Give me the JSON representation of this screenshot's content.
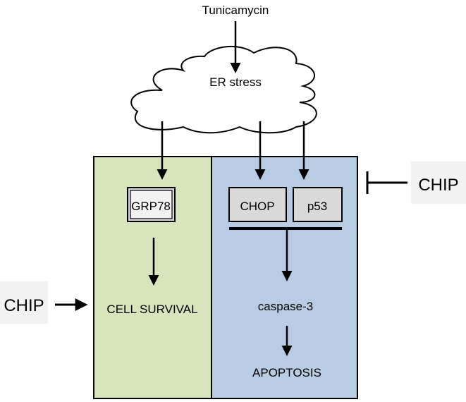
{
  "diagram": {
    "top_label": "Tunicamycin",
    "er_label": "ER stress",
    "left_box_label": "GRP78",
    "left_outcome": "CELL SURVIVAL",
    "right_box1_label": "CHOP",
    "right_box2_label": "p53",
    "right_mid_label": "caspase-3",
    "right_outcome": "APOPTOSIS",
    "chip_left": "CHIP",
    "chip_right": "CHIP"
  },
  "colors": {
    "left_panel": "#d8e4bc",
    "right_panel": "#b8cce4",
    "box_fill": "#d9d9d9",
    "chip_bg": "#f2f2f2",
    "stroke": "#000000"
  }
}
